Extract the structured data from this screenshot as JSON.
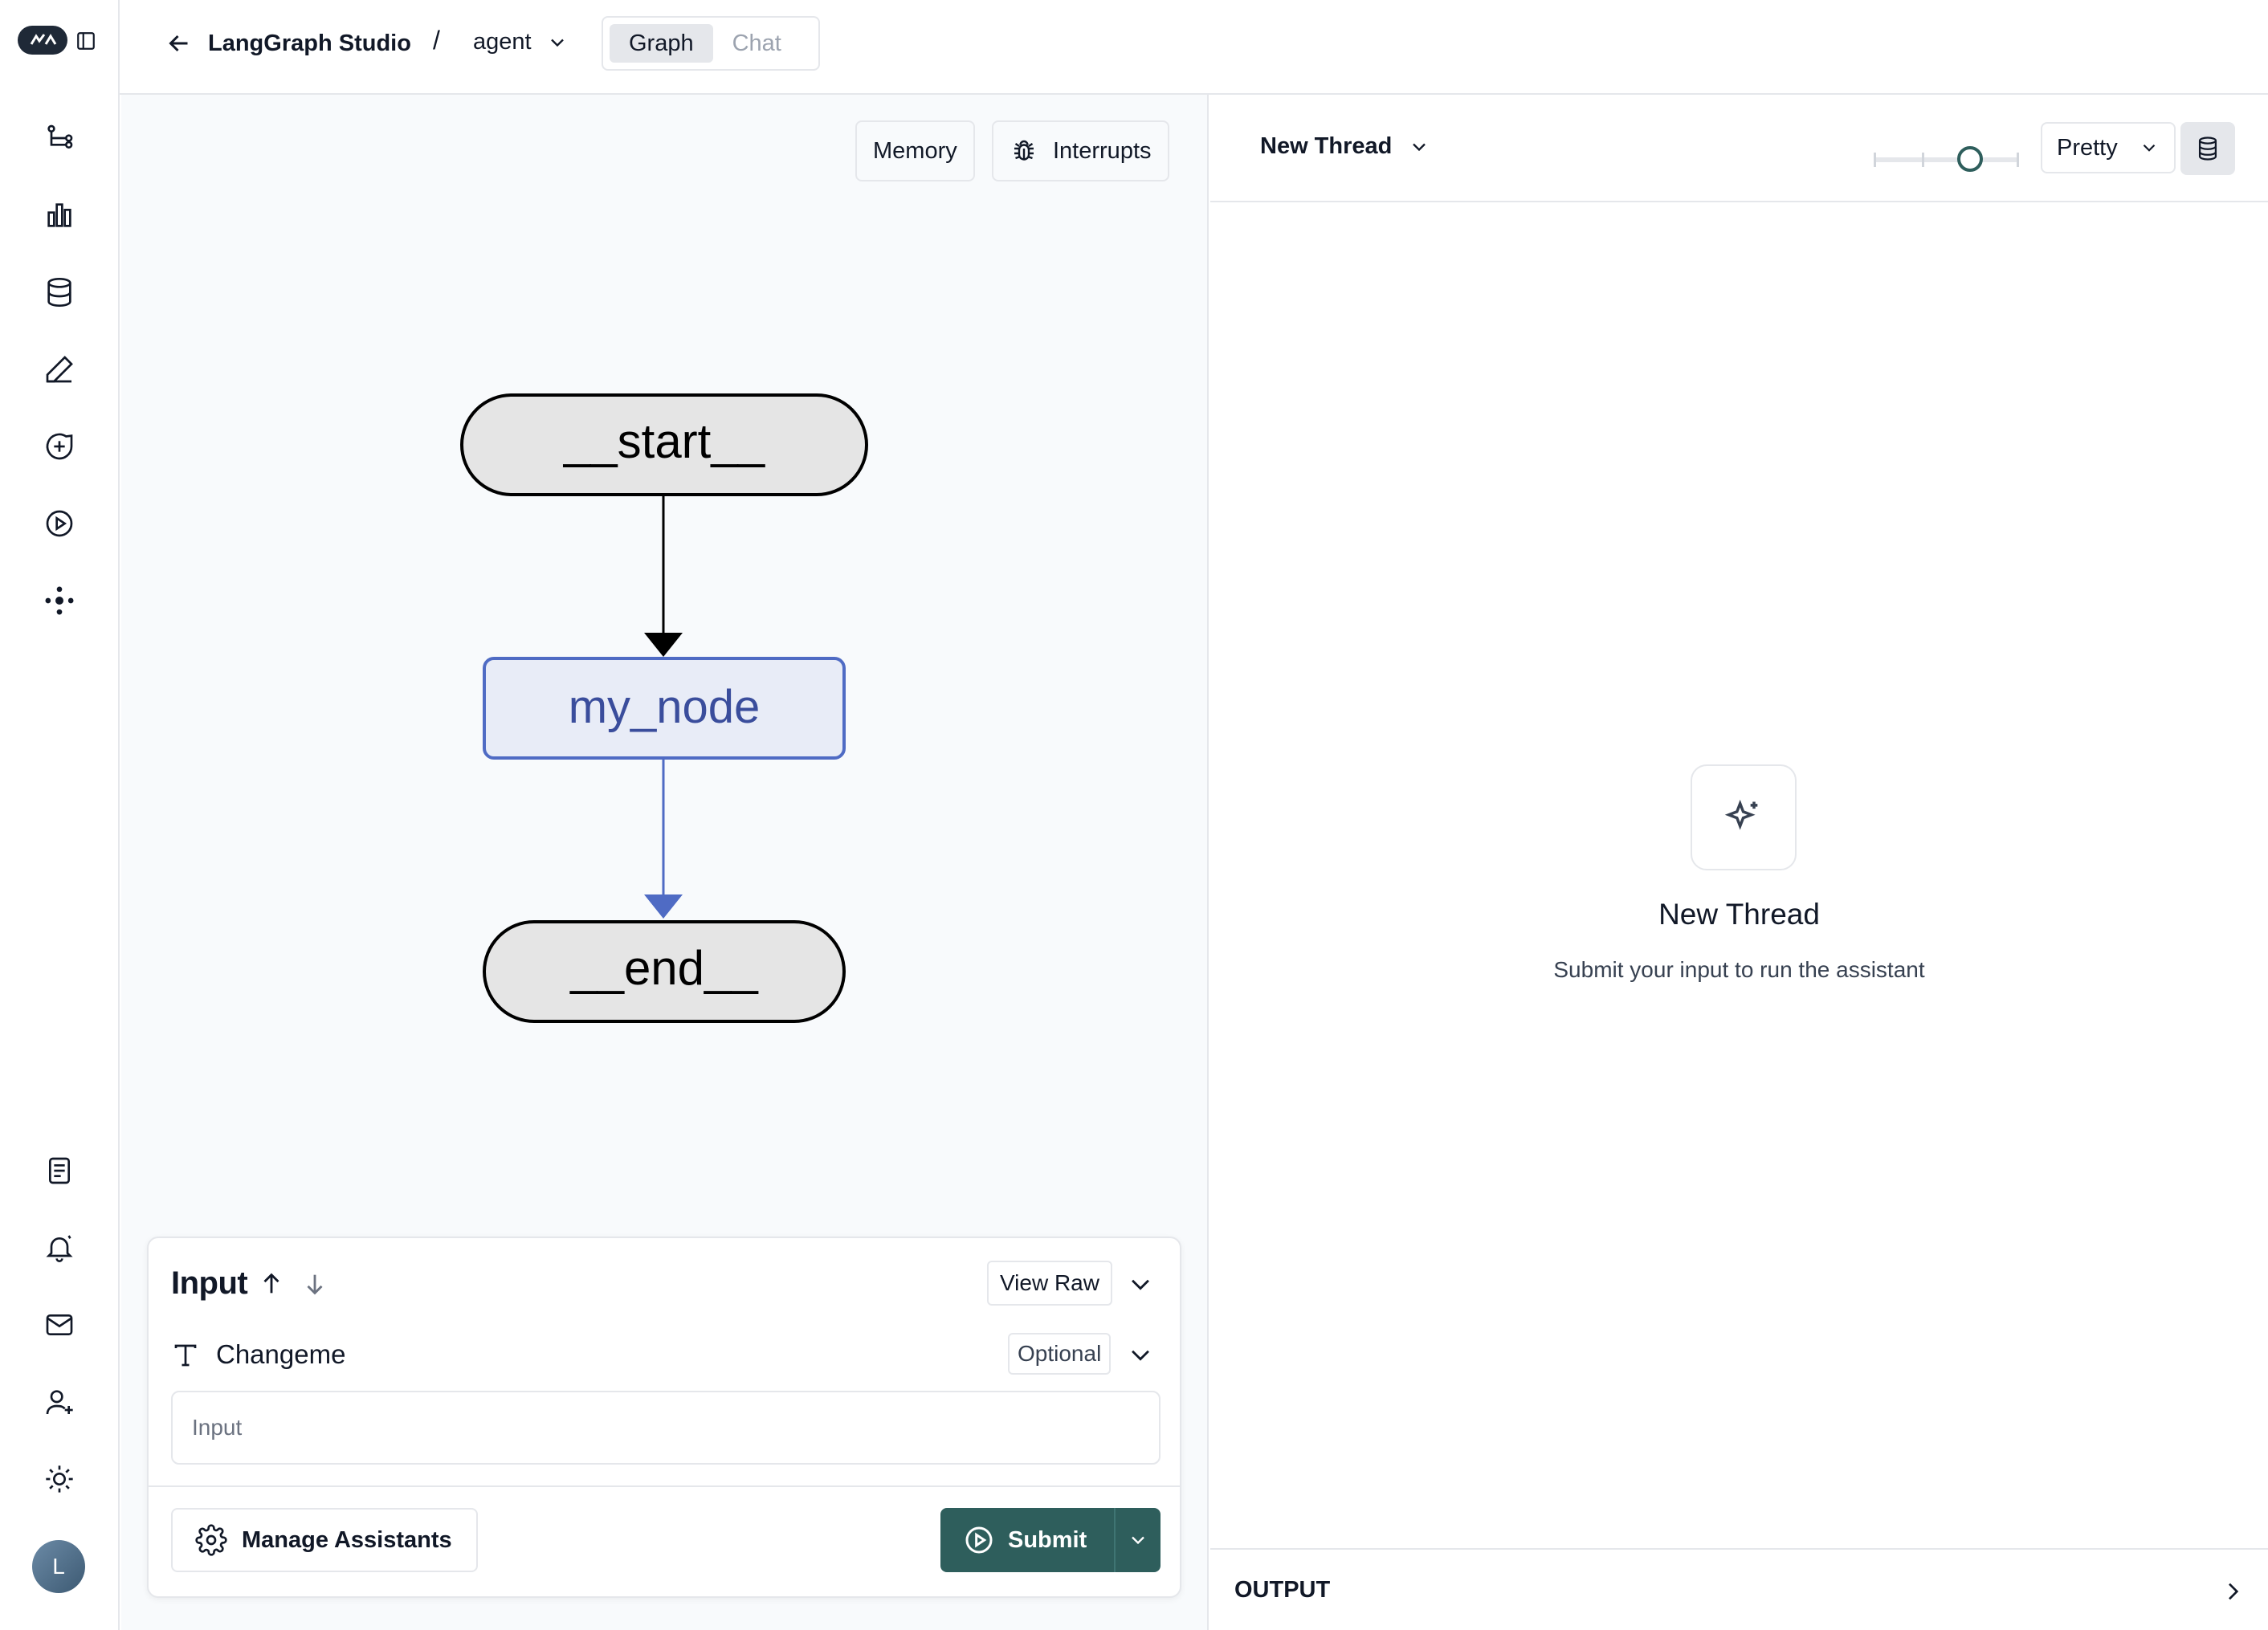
{
  "app": {
    "title": "LangGraph Studio",
    "back_label": "LangGraph Studio",
    "separator": "/",
    "graph_selector": "agent"
  },
  "view_tabs": [
    {
      "label": "Graph",
      "active": true
    },
    {
      "label": "Chat",
      "active": false
    }
  ],
  "rail": {
    "top_icons": [
      "graph-icon",
      "bar-chart-icon",
      "database-icon",
      "pen-icon",
      "message-plus-icon",
      "play-circle-icon",
      "network-icon"
    ],
    "bottom_icons": [
      "document-icon",
      "bell-icon",
      "mail-icon",
      "user-plus-icon",
      "sun-icon"
    ],
    "avatar_initial": "L"
  },
  "graph_toolbar": {
    "memory_label": "Memory",
    "interrupts_label": "Interrupts"
  },
  "graph": {
    "nodes": [
      {
        "id": "__start__",
        "label": "__start__",
        "kind": "terminal"
      },
      {
        "id": "my_node",
        "label": "my_node",
        "kind": "node"
      },
      {
        "id": "__end__",
        "label": "__end__",
        "kind": "terminal"
      }
    ],
    "edges": [
      {
        "from": "__start__",
        "to": "my_node"
      },
      {
        "from": "my_node",
        "to": "__end__"
      }
    ],
    "colors": {
      "terminal_fill": "#e5e5e5",
      "node_fill": "#e8ecf7",
      "node_stroke": "#4f6bc4",
      "node_text": "#3a4d9c"
    }
  },
  "input_panel": {
    "title": "Input",
    "view_raw_label": "View Raw",
    "field": {
      "name": "Changeme",
      "badge": "Optional",
      "placeholder": "Input",
      "value": ""
    },
    "manage_label": "Manage Assistants",
    "submit_label": "Submit"
  },
  "thread": {
    "title": "New Thread",
    "format": "Pretty",
    "empty_title": "New Thread",
    "empty_subtitle": "Submit your input to run the assistant",
    "output_label": "OUTPUT"
  },
  "colors": {
    "accent": "#2e5e5c",
    "border": "#e5e7eb",
    "canvas_bg": "#f8fafc"
  }
}
